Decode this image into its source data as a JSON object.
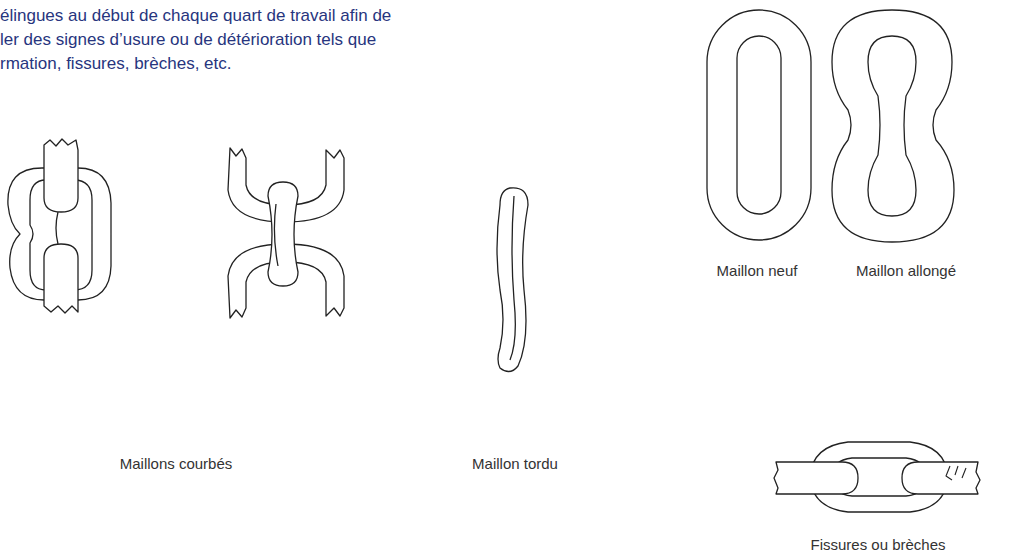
{
  "diagram": {
    "labels": [
      "élingues au début de chaque quart de travail afin de",
      "ler des signes d’usure ou de détérioration tels que",
      "rmation, fissures, brèches, etc.",
      "Maillons courbés",
      "Maillon tordu",
      "Maillon neuf",
      "Maillon allongé",
      "Fissures ou brèches"
    ]
  }
}
